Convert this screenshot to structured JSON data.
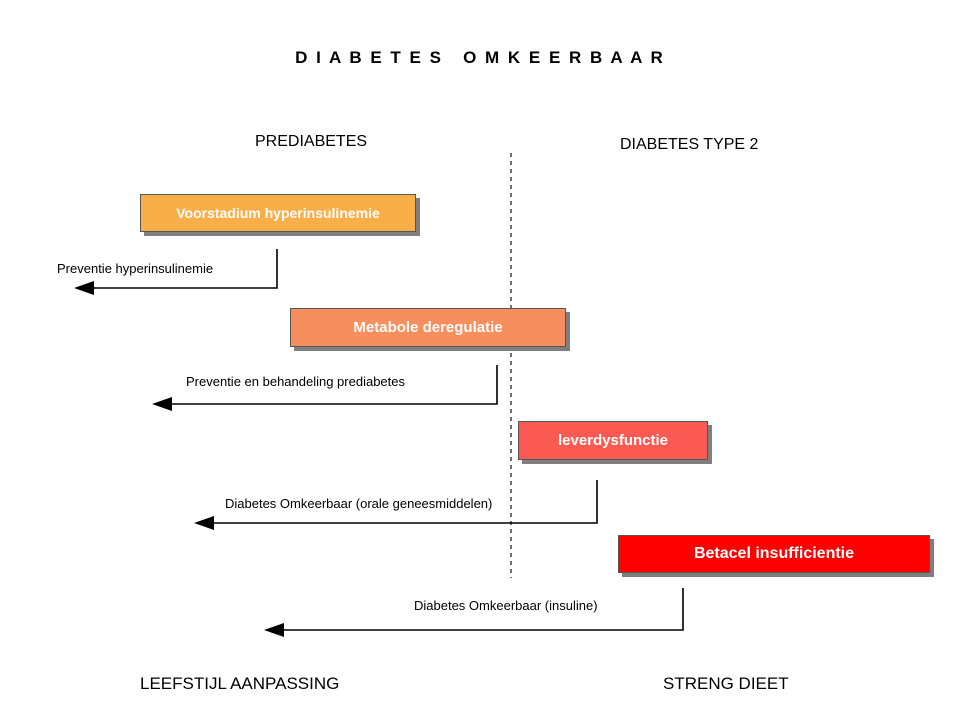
{
  "title": "D I A B E T E S   O M K E E R B A A R",
  "columns": {
    "left": "PREDIABETES",
    "right": "DIABETES TYPE 2"
  },
  "stages": [
    {
      "label": "Voorstadium hyperinsulinemie",
      "color": "#FAAE47"
    },
    {
      "label": "Metabole deregulatie",
      "color": "#F78E5E"
    },
    {
      "label": "leverdysfunctie",
      "color": "#FB5A52"
    },
    {
      "label": "Betacel insufficientie",
      "color": "#FF0000"
    }
  ],
  "interventions": [
    {
      "label": "Preventie hyperinsulinemie"
    },
    {
      "label": "Preventie en behandeling prediabetes"
    },
    {
      "label": "Diabetes Omkeerbaar (orale geneesmiddelen)"
    },
    {
      "label": "Diabetes Omkeerbaar (insuline)"
    }
  ],
  "footers": {
    "left": "LEEFSTIJL AANPASSING",
    "right": "STRENG DIEET"
  },
  "colors": {
    "background": "#FFFFFF",
    "text": "#000000",
    "stage_text": "#FFFFFF",
    "shadow": "#7F7F7F",
    "connector": "#000000",
    "divider": "#333333"
  }
}
